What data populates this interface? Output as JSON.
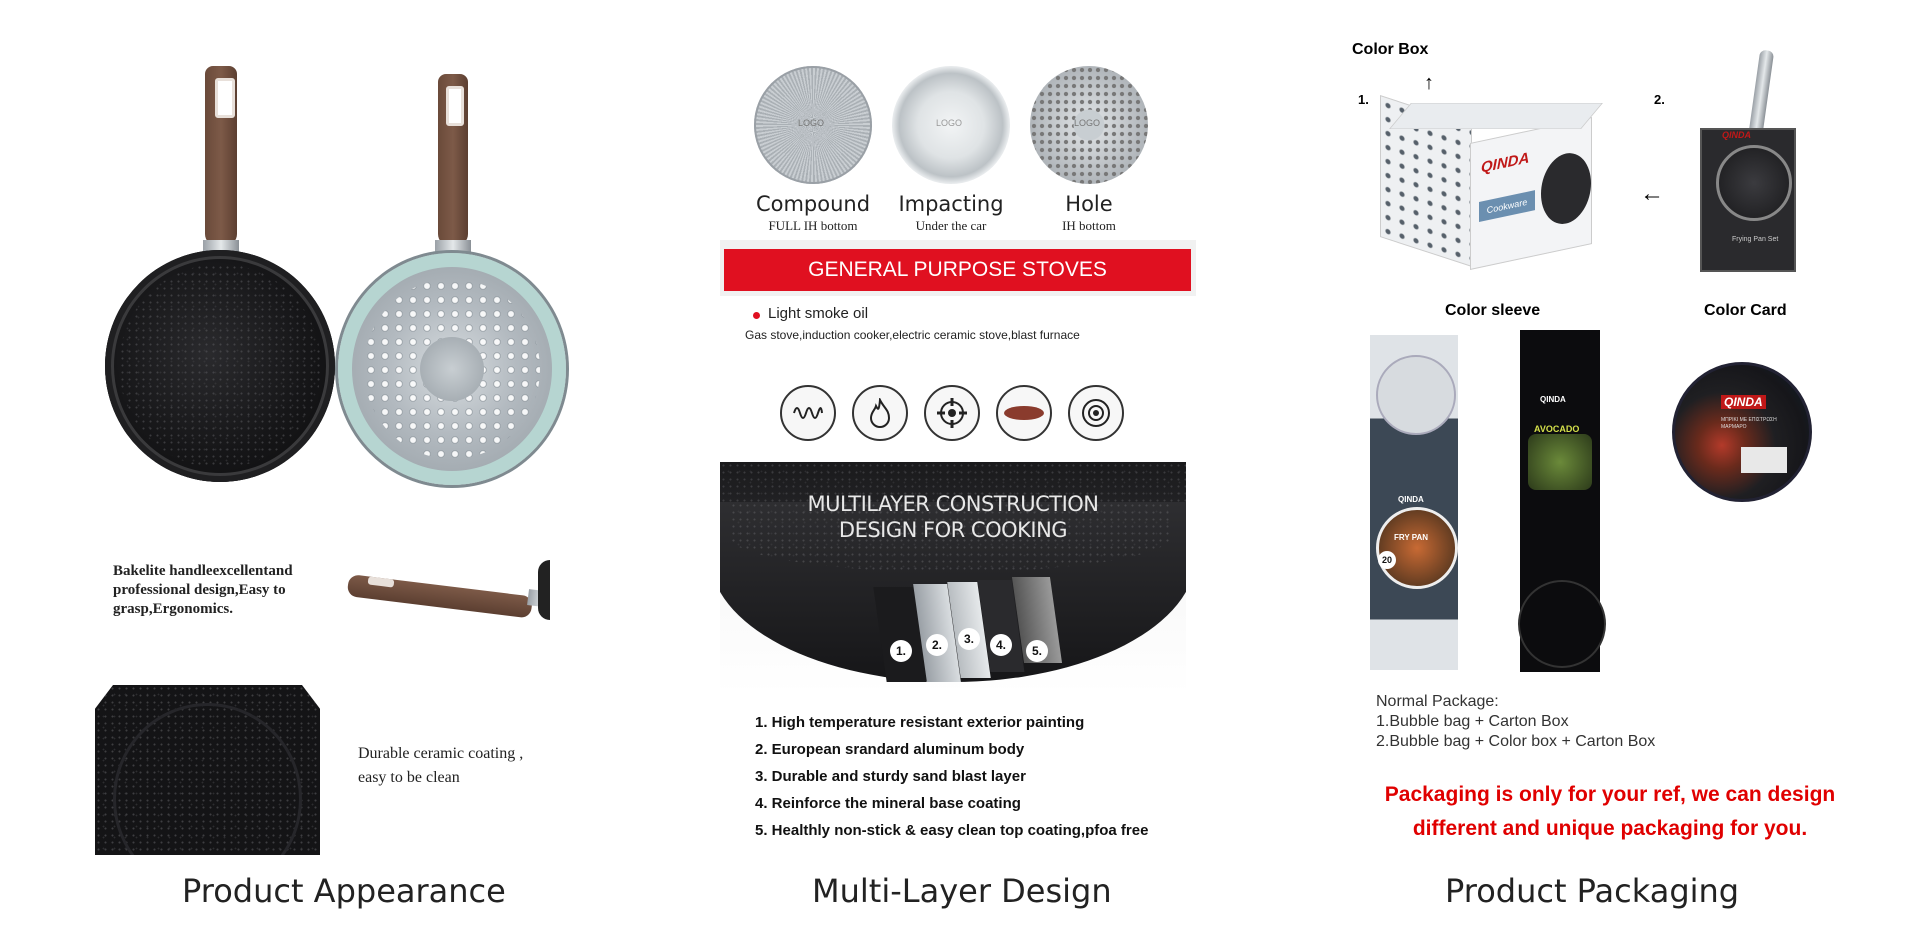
{
  "captions": {
    "left": "Product Appearance",
    "middle": "Multi-Layer Design",
    "right": "Product Packaging"
  },
  "appearance": {
    "handle_text": "Bakelite handleexcellentand professional design,Easy to grasp,Ergonomics.",
    "coating_text_1": "Durable ceramic coating ,",
    "coating_text_2": "easy to be clean"
  },
  "bottoms": [
    {
      "name": "Compound",
      "sub": "FULL IH bottom",
      "logo": "LOGO"
    },
    {
      "name": "Impacting",
      "sub": "Under the car",
      "logo": "LOGO"
    },
    {
      "name": "Hole",
      "sub": "IH bottom",
      "logo": "LOGO"
    }
  ],
  "stoves": {
    "banner": "GENERAL PURPOSE STOVES",
    "bullet": "Light smoke oil",
    "list": "Gas stove,induction cooker,electric ceramic stove,blast furnace",
    "icons": [
      "induction-coil-icon",
      "flame-icon",
      "gas-burner-icon",
      "ceramic-plate-icon",
      "blast-furnace-icon"
    ]
  },
  "multilayer": {
    "title_1": "MULTILAYER CONSTRUCTION",
    "title_2": "DESIGN FOR COOKING",
    "layer_numbers": [
      "1.",
      "2.",
      "3.",
      "4.",
      "5."
    ],
    "layers": [
      "1. High temperature resistant exterior painting",
      "2. European srandard aluminum body",
      "3. Durable and sturdy sand blast layer",
      "4. Reinforce the mineral base coating",
      "5. Healthly non-stick & easy clean top coating,pfoa free"
    ]
  },
  "packaging": {
    "color_box": "Color Box",
    "num_1": "1.",
    "num_2": "2.",
    "color_sleeve": "Color sleeve",
    "color_card": "Color Card",
    "brand": "QINDA",
    "box_label": "Cookware",
    "box_small_text": "Frying Pan Set",
    "sleeve_2_text": "AVOCADO",
    "sleeve_1_text": "FRY PAN",
    "sleeve_size": "20",
    "card_text": "ΜΠΡΙΚΙ ΜΕ ΕΠΙΣΤΡΩΣΗ ΜΑΡΜΑΡΟ",
    "normal_title": "Normal Package:",
    "normal_1": "1.Bubble bag + Carton Box",
    "normal_2": "2.Bubble bag + Color box + Carton Box",
    "note_1": "Packaging is only for your ref, we can design",
    "note_2": "different and unique packaging for you."
  },
  "colors": {
    "banner_red": "#e01020",
    "note_red": "#e00000",
    "handle_brown": "#6f4e3e",
    "rim_green": "#b6d5d1"
  }
}
